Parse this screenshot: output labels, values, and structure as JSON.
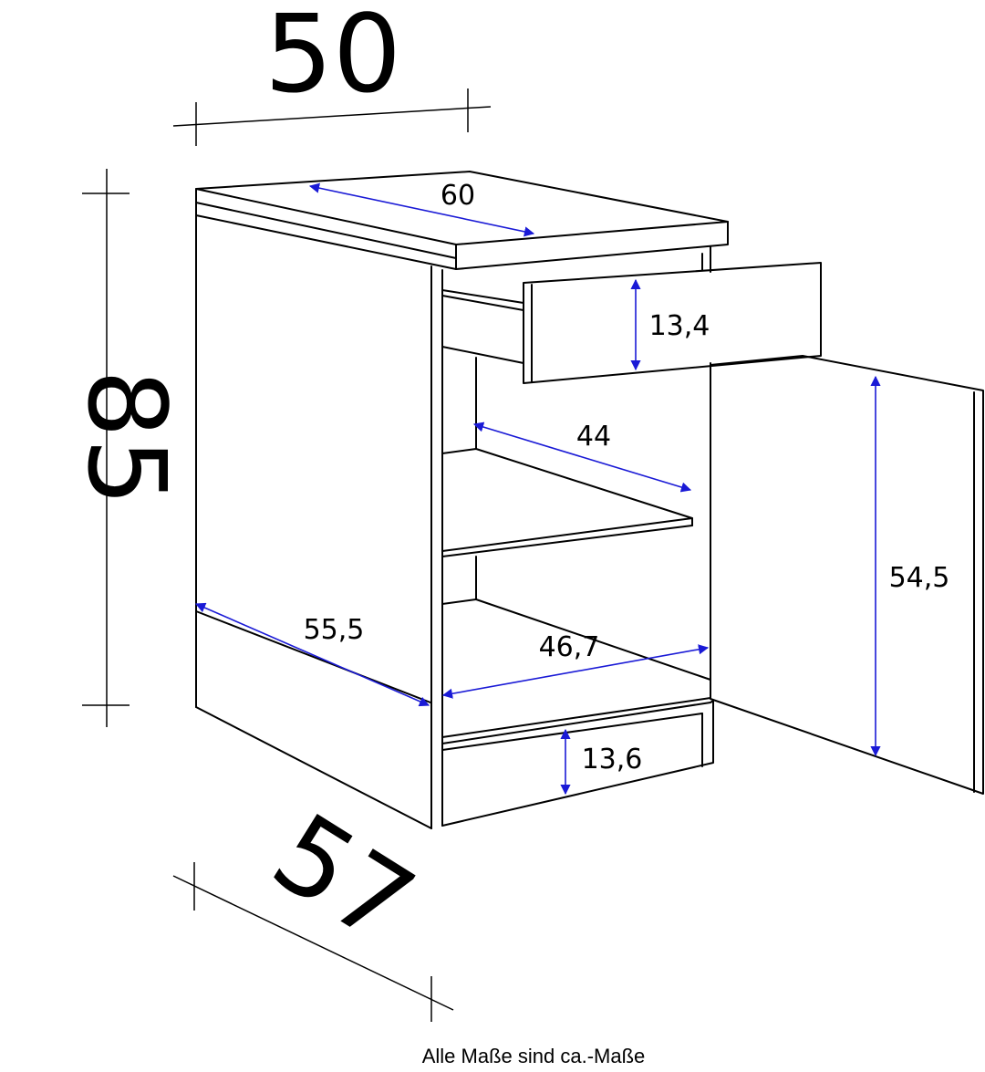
{
  "dimensions": {
    "width": "50",
    "height": "85",
    "depth": "57",
    "worktop_depth": "60",
    "drawer_height": "13,4",
    "shelf_depth": "44",
    "door_height": "54,5",
    "side_depth": "55,5",
    "inner_width": "46,7",
    "plinth_height": "13,6"
  },
  "caption": "Alle Maße sind ca.-Maße",
  "colors": {
    "lines": "#000000",
    "arrows": "#1a1ad6",
    "background": "#ffffff"
  }
}
